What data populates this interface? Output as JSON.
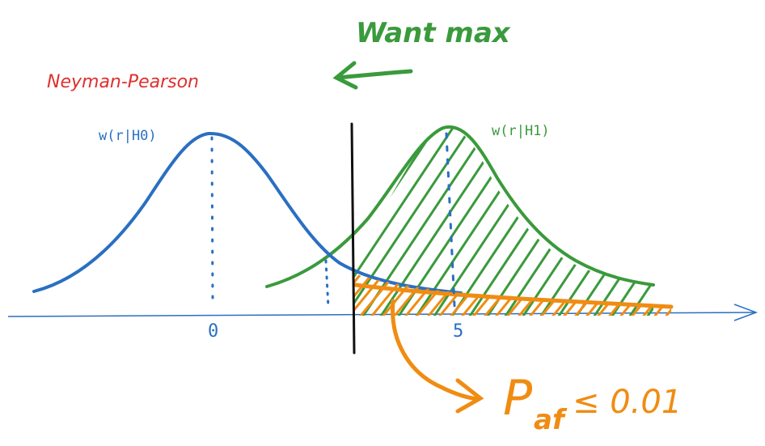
{
  "title": "Neyman-Pearson",
  "annotation_top": "Want max",
  "label_h0": "w(r|H0)",
  "label_h1": "w(r|H1)",
  "tick_0": "0",
  "tick_5": "5",
  "pfa_main": "P",
  "pfa_sub": "af",
  "pfa_rest": "≤ 0.01",
  "colors": {
    "blue": "#2a6fc2",
    "green": "#3a9a3c",
    "red": "#e02f2f",
    "orange": "#f08c12",
    "black": "#111111"
  }
}
